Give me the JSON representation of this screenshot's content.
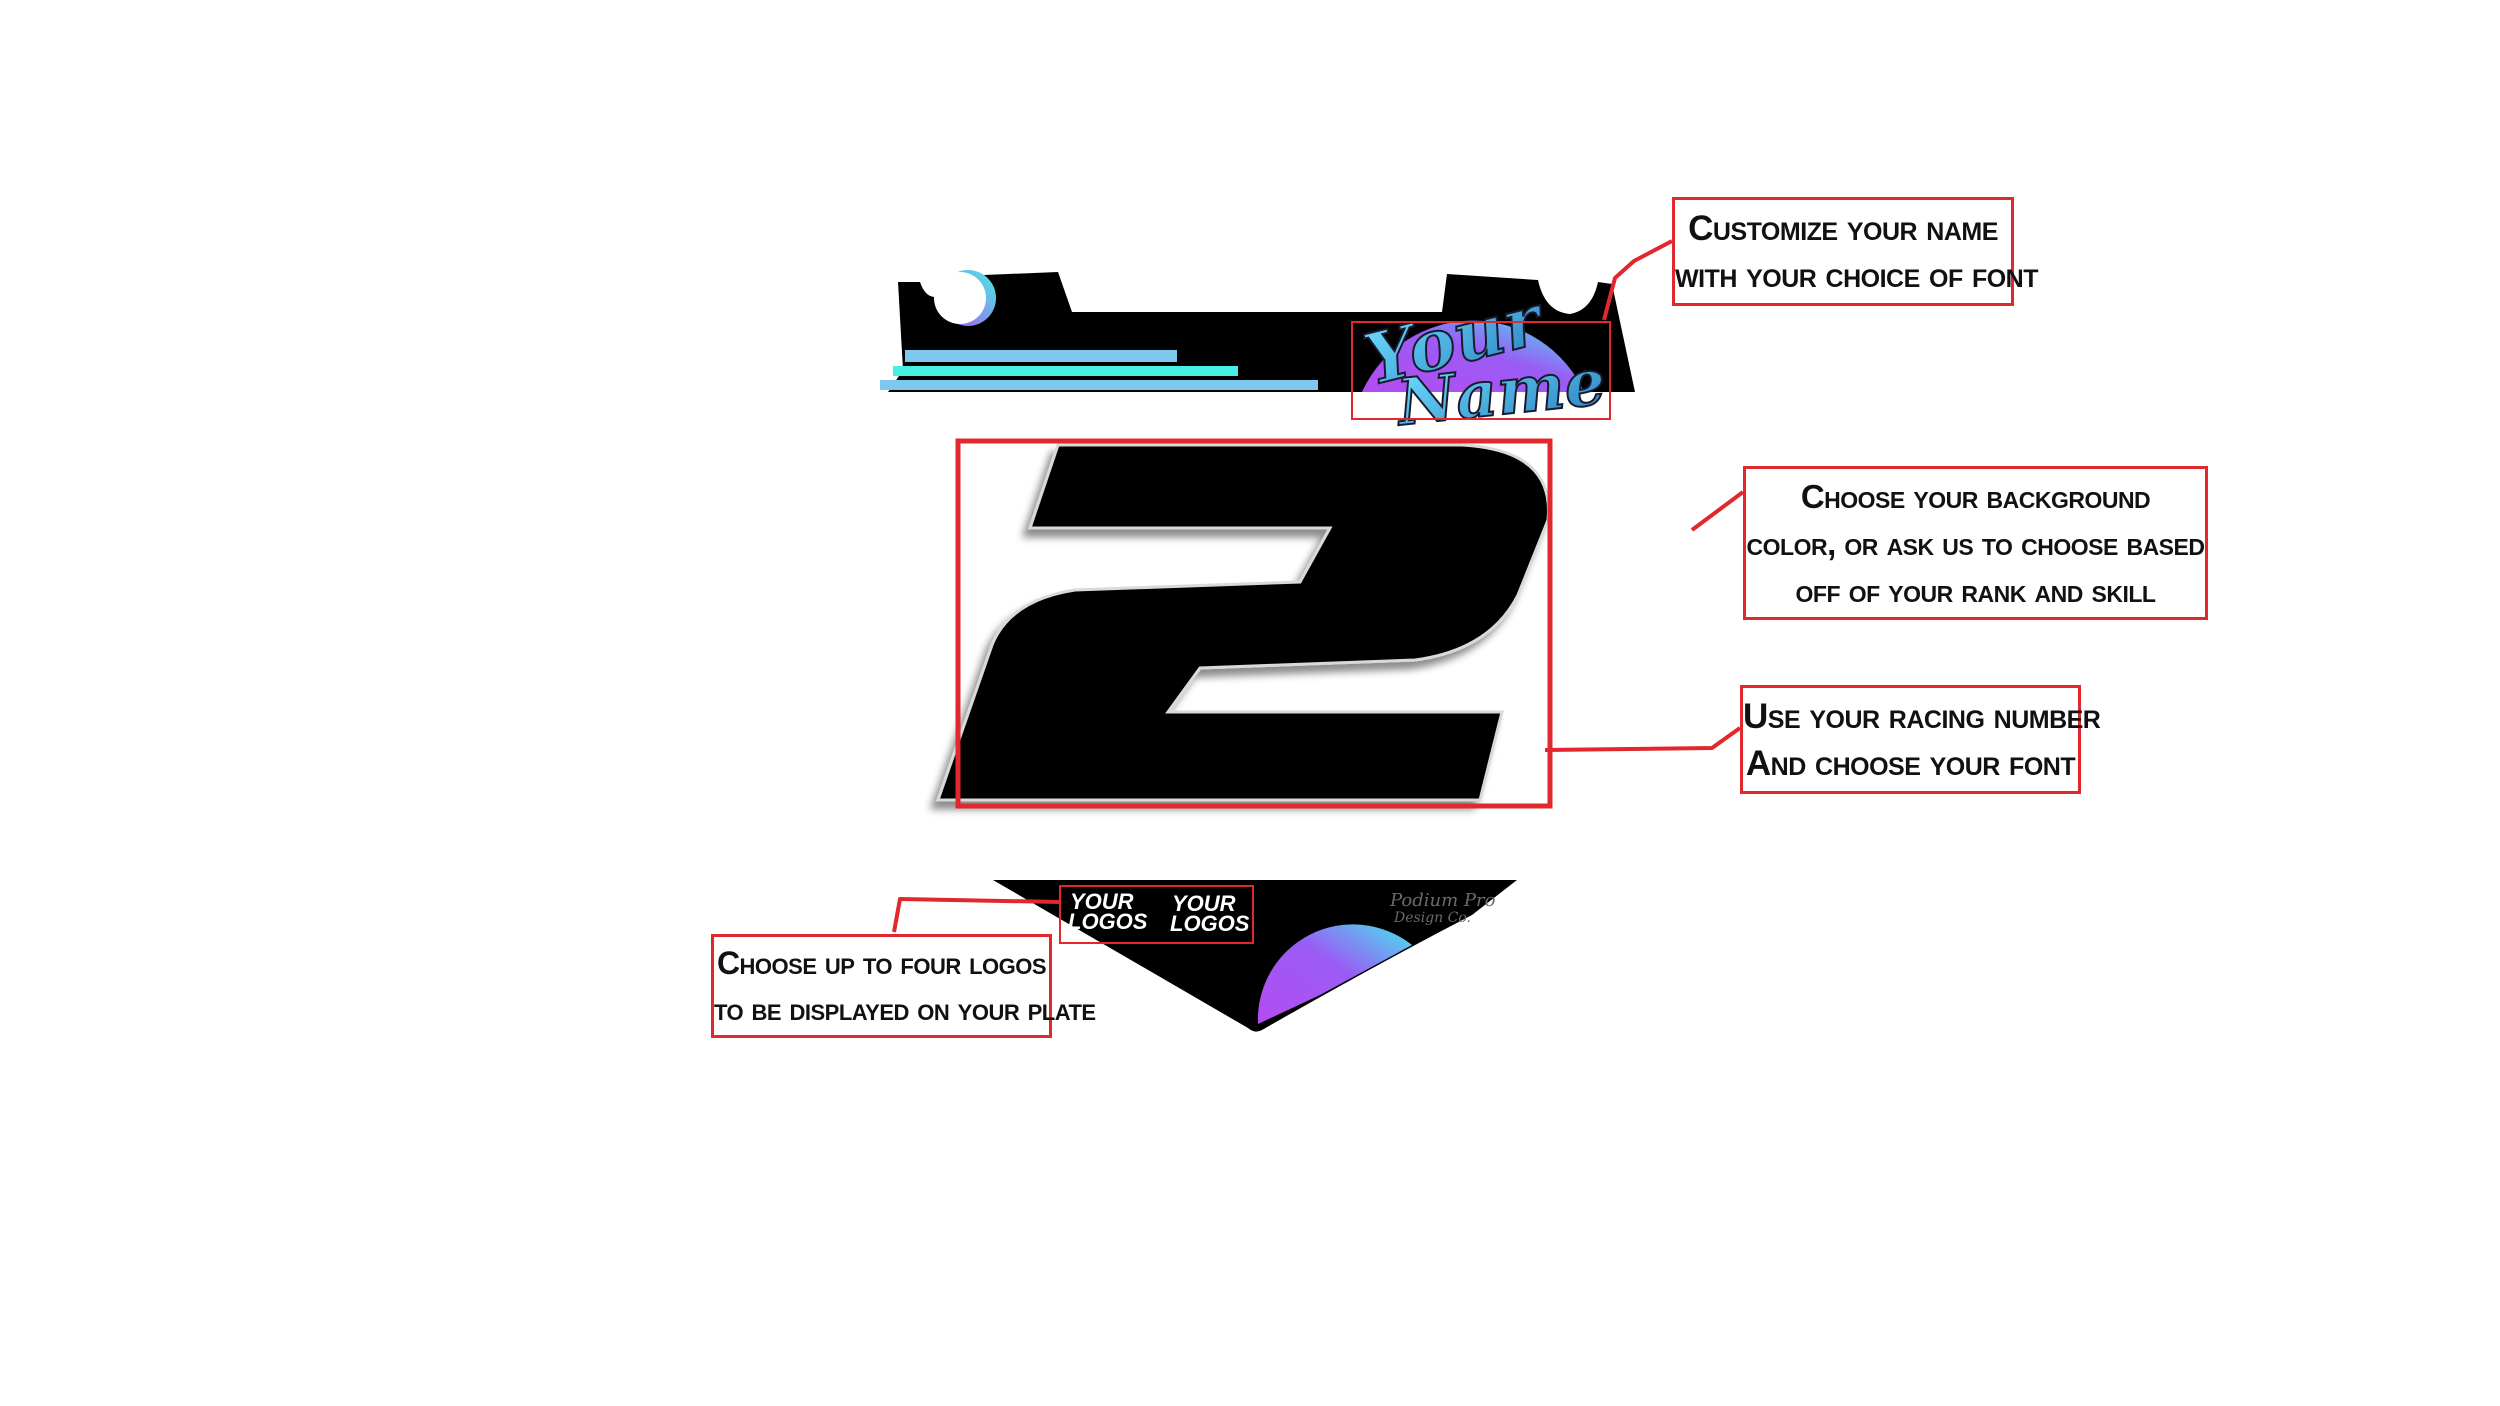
{
  "plate": {
    "name_text": [
      "Your",
      "Name"
    ],
    "number": "2",
    "logos": [
      {
        "line1": "YOUR",
        "line2": "LOGOS"
      },
      {
        "line1": "YOUR",
        "line2": "LOGOS"
      }
    ],
    "brand": {
      "line1": "Podium Pro",
      "line2": "Design Co."
    }
  },
  "callouts": {
    "name": [
      "Customize your name",
      "with your choice of font"
    ],
    "background": [
      "Choose your background",
      "color, or ask us to choose based",
      "off of your rank and skill"
    ],
    "number": [
      "Use your racing number",
      "And choose your font"
    ],
    "logos": [
      "Choose up to four logos",
      "to be displayed on your plate"
    ]
  },
  "colors": {
    "plate": "#000000",
    "accent_cyan": "#46f0e4",
    "accent_blue": "#7ec8f0",
    "accent_purple": "#b44cf0",
    "callout_red": "#e0282e"
  }
}
